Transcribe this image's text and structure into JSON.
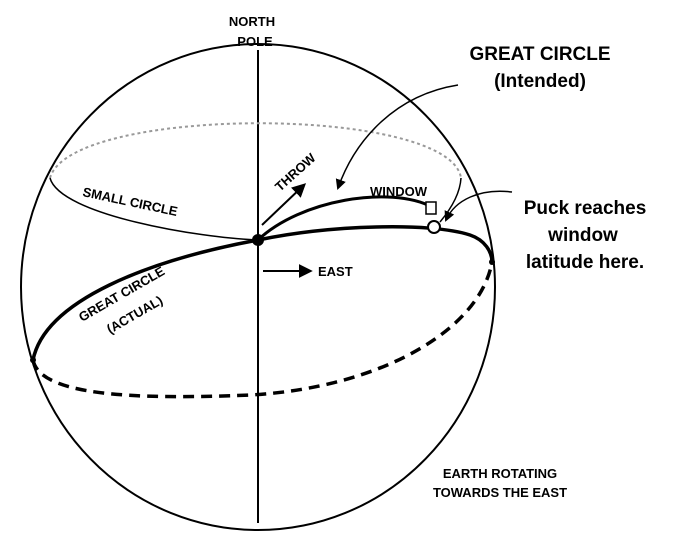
{
  "labels": {
    "north_pole_line1": "NORTH",
    "north_pole_line2": "POLE",
    "great_circle_intended_line1": "GREAT CIRCLE",
    "great_circle_intended_line2": "(Intended)",
    "throw": "THROW",
    "window": "WINDOW",
    "small_circle": "SMALL CIRCLE",
    "puck_line1": "Puck reaches",
    "puck_line2": "window",
    "puck_line3": "latitude here.",
    "east": "EAST",
    "great_circle_actual_line1": "GREAT CIRCLE",
    "great_circle_actual_line2": "(ACTUAL)",
    "earth_line1": "EARTH ROTATING",
    "earth_line2": "TOWARDS THE EAST"
  },
  "colors": {
    "ink": "#000000",
    "hidden_small_circle": "#999999",
    "background": "#ffffff"
  }
}
